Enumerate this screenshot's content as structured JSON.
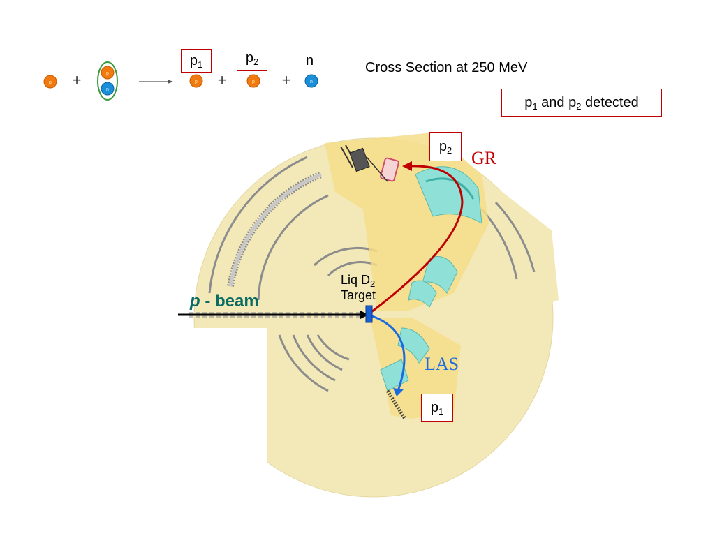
{
  "reaction": {
    "plus": "+",
    "proton_letter": "p",
    "neutron_letter": "n",
    "p1": {
      "base": "p",
      "sub": "1"
    },
    "p2": {
      "base": "p",
      "sub": "2"
    },
    "n": "n"
  },
  "cross_section": "Cross Section  at 250 MeV",
  "detected": {
    "pre": "p",
    "sub1": "1",
    "mid": " and p",
    "sub2": "2",
    "post": " detected"
  },
  "beam": {
    "italic": "p",
    "rest": " - beam"
  },
  "target": {
    "line1": "Liq D",
    "sub": "2",
    "line2": "Target"
  },
  "spectrometers": {
    "gr": "GR",
    "las": "LAS"
  },
  "detector_p1": {
    "base": "p",
    "sub": "1"
  },
  "detector_p2": {
    "base": "p",
    "sub": "2"
  },
  "colors": {
    "proton": "#f07a10",
    "neutron": "#1a8fd8",
    "gr_path": "#c00000",
    "las_path": "#1a6be0",
    "box_border": "#c00000",
    "beam_label": "#0a6b62",
    "floor": "#f3e9b8",
    "zone": "#f5dd8a",
    "magnet": "#8fe0d6"
  }
}
